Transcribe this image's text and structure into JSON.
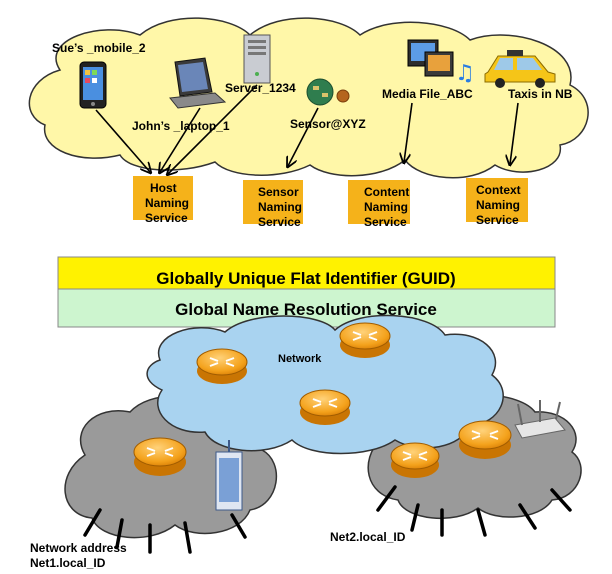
{
  "top_devices": {
    "mobile": "Sue’s _mobile_2",
    "laptop": "John’s _laptop_1",
    "server": "Server_1234",
    "sensor": "Sensor@XYZ",
    "media": "Media File_ABC",
    "taxi": "Taxis in NB"
  },
  "naming_services": [
    {
      "line1": "Host",
      "line2": "Naming",
      "line3": "Service"
    },
    {
      "line1": "Sensor",
      "line2": "Naming",
      "line3": "Service"
    },
    {
      "line1": "Content",
      "line2": "Naming",
      "line3": "Service"
    },
    {
      "line1": "Context",
      "line2": "Naming",
      "line3": "Service"
    }
  ],
  "layers": {
    "guid": "Globally Unique Flat Identifier (GUID)",
    "gnrs": "Global Name Resolution Service"
  },
  "network": {
    "core_label": "Network",
    "address_label_line1": "Network address",
    "address_label_line2": "Net1.local_ID",
    "net2_label": "Net2.local_ID"
  },
  "colors": {
    "cloud_yellow": "#fff7a8",
    "service_orange": "#f5b21a",
    "guid_bar": "#fff200",
    "gnrs_bar": "#cdf5cf",
    "core_cloud": "#a9d3f0",
    "edge_cloud": "#9a9a9a",
    "router": "#f4a21c"
  }
}
